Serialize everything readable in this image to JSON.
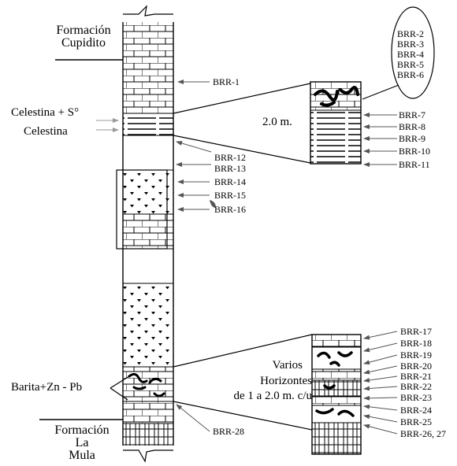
{
  "formations": {
    "top": [
      "Formación",
      "Cupidito"
    ],
    "bottom": [
      "Formación",
      "La",
      "Mula"
    ]
  },
  "labels": {
    "celestina_s": "Celestina + S°",
    "celestina": "Celestina",
    "thickness": "2.0 m.",
    "barita": "Barita+Zn - Pb",
    "varios": [
      "Varios",
      "Horizontes",
      "de 1 a 2.0 m. c/u"
    ]
  },
  "samples": {
    "main_column": [
      "BRR-1",
      "BRR-12",
      "BRR-13",
      "BRR-14",
      "BRR-15",
      "BRR-16",
      "BRR-28"
    ],
    "oval": [
      "BRR-2",
      "BRR-3",
      "BRR-4",
      "BRR-5",
      "BRR-6"
    ],
    "upper_detail": [
      "BRR-7",
      "BRR-8",
      "BRR-9",
      "BRR-10",
      "BRR-11"
    ],
    "lower_detail": [
      "BRR-17",
      "BRR-18",
      "BRR-19",
      "BRR-20",
      "BRR-21",
      "BRR-22",
      "BRR-23",
      "BRR-24",
      "BRR-25",
      "BRR-26, 27"
    ]
  },
  "colors": {
    "ink": "#000000",
    "arrow": "#555555",
    "celestine_arrow": "#999999"
  }
}
